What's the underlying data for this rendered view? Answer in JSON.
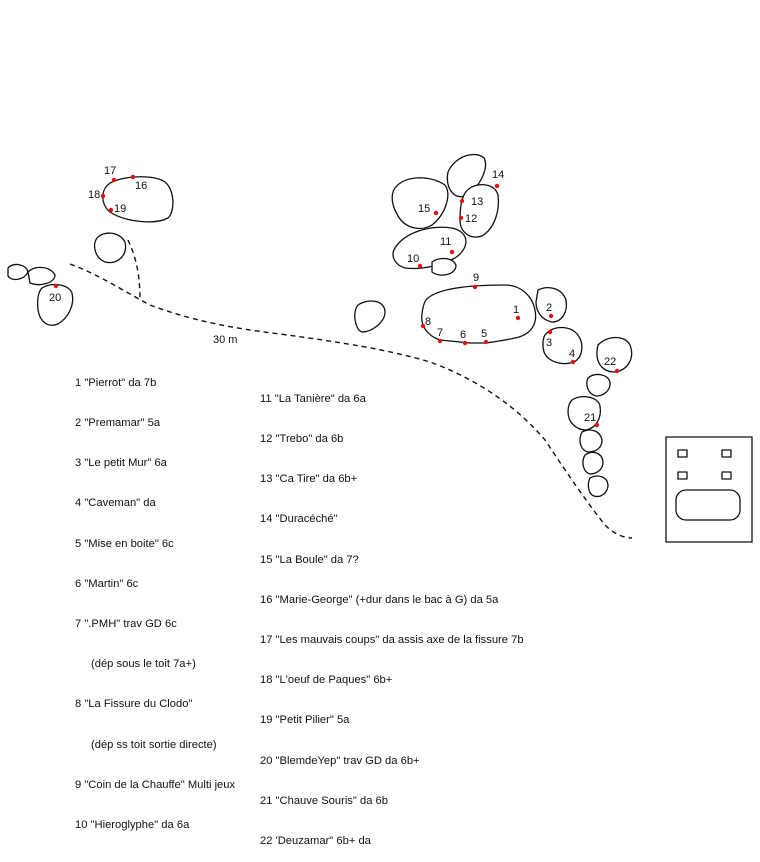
{
  "scale_label": "30 m",
  "labels": {
    "n1": "1",
    "n2": "2",
    "n3": "3",
    "n4": "4",
    "n5": "5",
    "n6": "6",
    "n7": "7",
    "n8": "8",
    "n9": "9",
    "n10": "10",
    "n11": "11",
    "n12": "12",
    "n13": "13",
    "n14": "14",
    "n15": "15",
    "n16": "16",
    "n17": "17",
    "n18": "18",
    "n19": "19",
    "n20": "20",
    "n21": "21",
    "n22": "22"
  },
  "legend_left": [
    "1 \"Pierrot\" da 7b",
    "2 \"Premamar\" 5a",
    "3 \"Le petit Mur\" 6a",
    "4 \"Caveman\" da",
    "5 \"Mise en boite\" 6c",
    "6 \"Martin\" 6c",
    "7 \".PMH\" trav GD 6c",
    "(dép sous le toit 7a+)",
    "8 \"La Fissure du Clodo\"",
    "(dép ss toit sortie directe)",
    "9 \"Coin de la Chauffe\" Multi jeux",
    "10 \"Hieroglyphe\" da 6a"
  ],
  "legend_right": [
    "11 \"La Tanière\" da 6a",
    "12 \"Trebo\" da 6b",
    "13 \"Ca Tire\" da 6b+",
    "14 \"Duracéché\"",
    "15 \"La Boule\" da 7?",
    "16 \"Marie-George\" (+dur dans le bac à G) da 5a",
    "17 \"Les mauvais coups\" da assis axe de la fissure 7b",
    "18 \"L'oeuf de Paques\" 6b+",
    "19 \"Petit Pilier\" 5a",
    "20 \"BlemdeYep\" trav GD da 6b+",
    "21 \"Chauve Souris\" da 6b",
    "22 'Deuzamar\" 6b+ da"
  ]
}
